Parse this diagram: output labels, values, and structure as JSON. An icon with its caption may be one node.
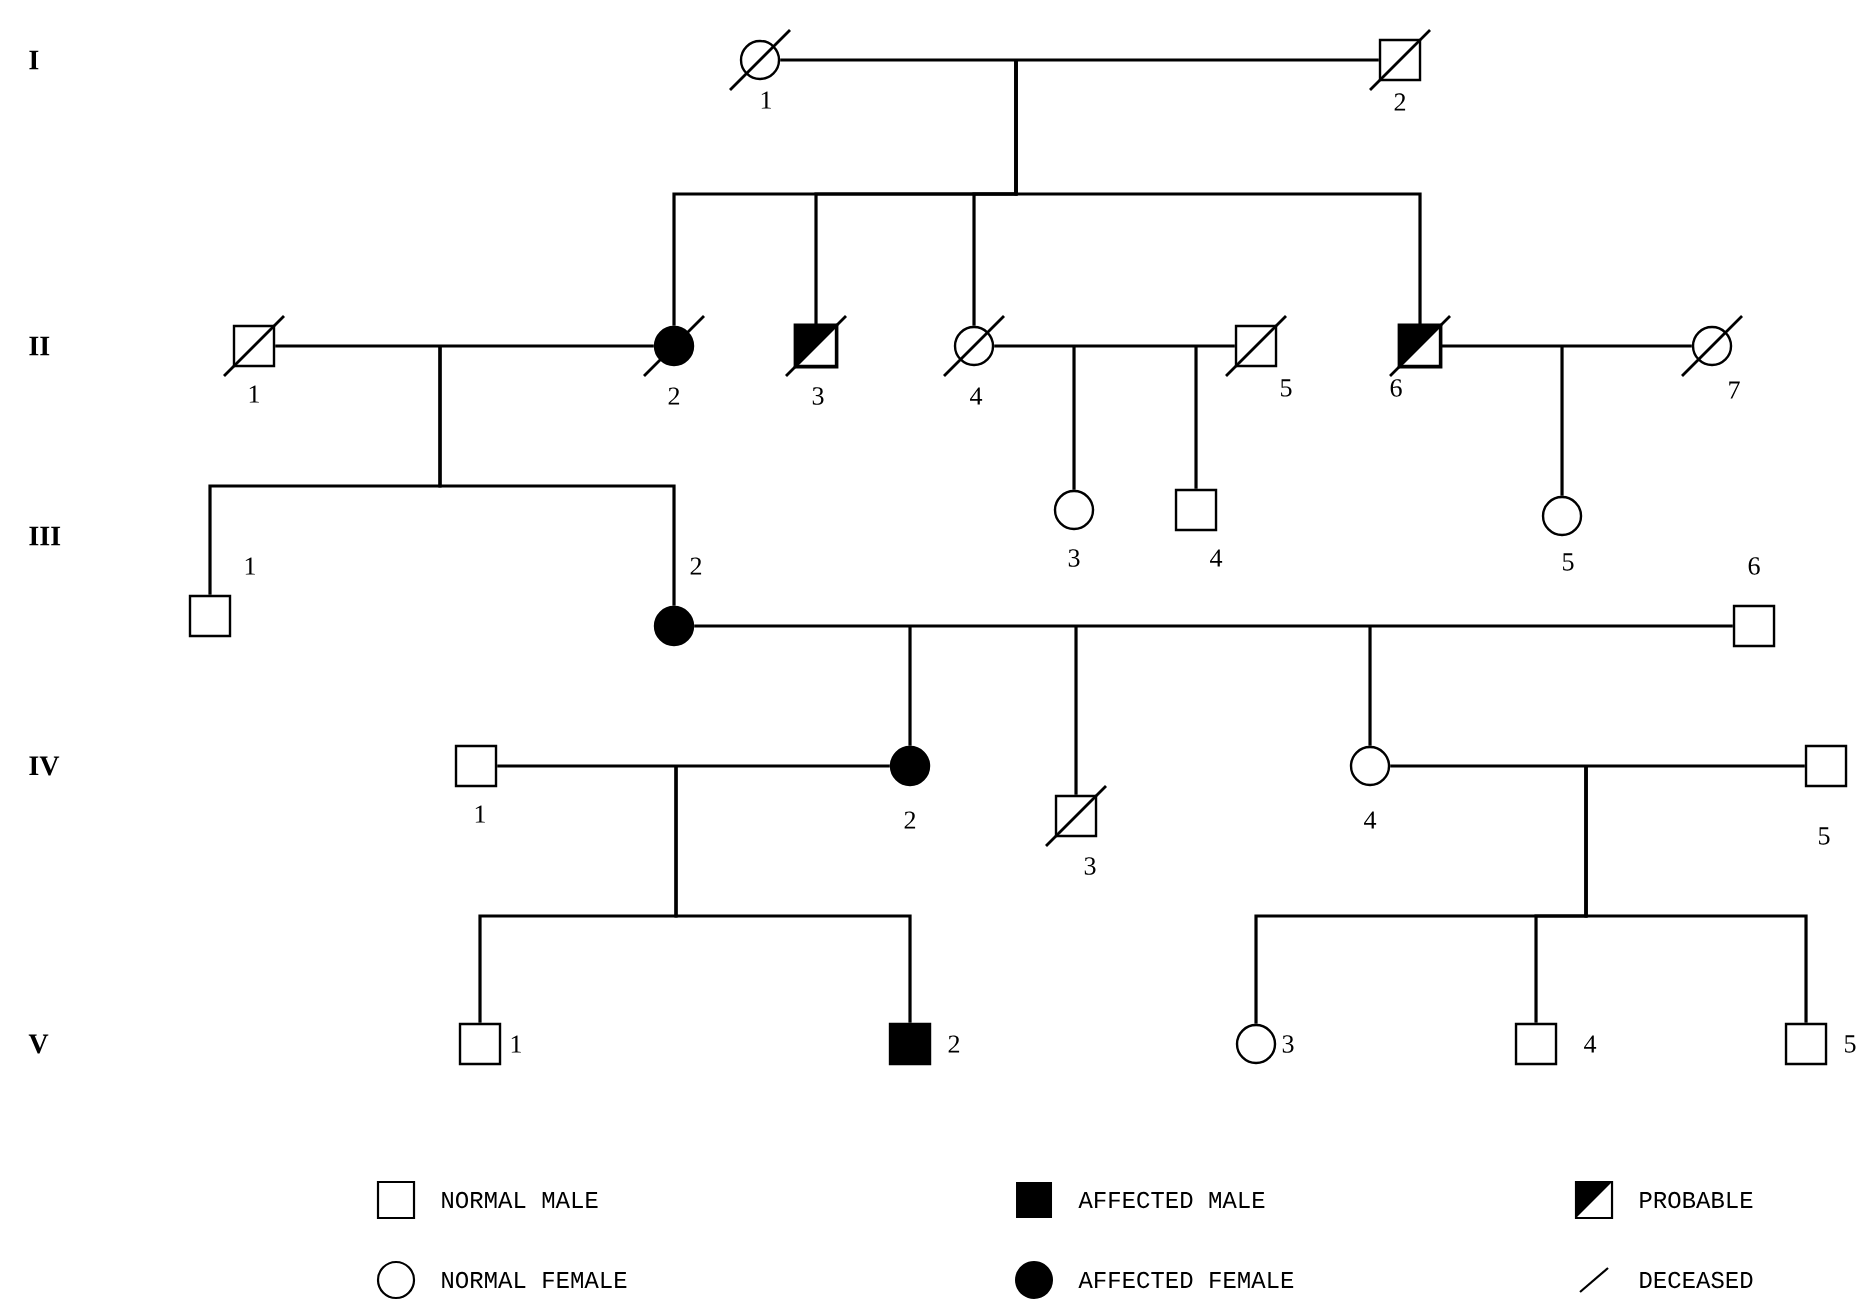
{
  "diagram": {
    "nodes": [
      {
        "text": [],
        "shape": "circle",
        "beside": [
          "1"
        ]
      },
      {
        "text": [],
        "shape": "box",
        "beside": [
          "2"
        ]
      },
      {
        "text": [],
        "shape": "box",
        "beside": [
          "1"
        ]
      },
      {
        "text": [],
        "shape": "circle",
        "beside": [
          "2"
        ]
      },
      {
        "text": [],
        "shape": "box",
        "beside": [
          "3"
        ]
      },
      {
        "text": [],
        "shape": "circle",
        "beside": [
          "4"
        ]
      },
      {
        "text": [],
        "shape": "box",
        "beside": [
          "5"
        ]
      },
      {
        "text": [],
        "shape": "box",
        "beside": [
          "6"
        ]
      },
      {
        "text": [],
        "shape": "circle",
        "beside": [
          "7"
        ]
      },
      {
        "text": [],
        "shape": "box",
        "beside": [
          "1"
        ]
      },
      {
        "text": [],
        "shape": "circle",
        "beside": [
          "2"
        ]
      },
      {
        "text": [],
        "shape": "circle",
        "beside": [
          "3"
        ]
      },
      {
        "text": [],
        "shape": "box",
        "beside": [
          "4"
        ]
      },
      {
        "text": [],
        "shape": "circle",
        "beside": [
          "5"
        ]
      },
      {
        "text": [],
        "shape": "box",
        "beside": [
          "6"
        ]
      },
      {
        "text": [],
        "shape": "box",
        "beside": [
          "1"
        ]
      },
      {
        "text": [],
        "shape": "circle",
        "beside": [
          "2"
        ]
      },
      {
        "text": [],
        "shape": "box",
        "beside": [
          "3"
        ]
      },
      {
        "text": [],
        "shape": "circle",
        "beside": [
          "4"
        ]
      },
      {
        "text": [],
        "shape": "box",
        "beside": [
          "5"
        ]
      },
      {
        "text": [],
        "shape": "box",
        "beside": [
          "1"
        ]
      },
      {
        "text": [],
        "shape": "box",
        "beside": [
          "2"
        ]
      },
      {
        "text": [],
        "shape": "circle",
        "beside": [
          "3"
        ]
      },
      {
        "text": [],
        "shape": "box",
        "beside": [
          "4"
        ]
      },
      {
        "text": [],
        "shape": "box",
        "beside": [
          "5"
        ]
      }
    ],
    "edges": [
      {
        "from": 0,
        "to": 1,
        "arrow": "none"
      },
      {
        "from": 2,
        "to": 3,
        "arrow": "none"
      },
      {
        "from": 5,
        "to": 6,
        "arrow": "none"
      },
      {
        "from": 7,
        "to": 8,
        "arrow": "none"
      },
      {
        "from": 10,
        "to": 14,
        "arrow": "none"
      },
      {
        "from": 15,
        "to": 16,
        "arrow": "none"
      },
      {
        "from": 18,
        "to": 19,
        "arrow": "none"
      },
      {
        "from": null,
        "to": 3,
        "arrow": "none"
      },
      {
        "from": null,
        "to": 4,
        "arrow": "none"
      },
      {
        "from": null,
        "to": 5,
        "arrow": "none"
      },
      {
        "from": null,
        "to": 7,
        "arrow": "none"
      },
      {
        "from": null,
        "to": 9,
        "arrow": "none"
      },
      {
        "from": null,
        "to": 10,
        "arrow": "none"
      },
      {
        "from": null,
        "to": 11,
        "arrow": "none"
      },
      {
        "from": null,
        "to": 12,
        "arrow": "none"
      },
      {
        "from": null,
        "to": 13,
        "arrow": "none"
      },
      {
        "from": null,
        "to": 16,
        "arrow": "none"
      },
      {
        "from": null,
        "to": 17,
        "arrow": "none"
      },
      {
        "from": null,
        "to": 18,
        "arrow": "none"
      },
      {
        "from": null,
        "to": 20,
        "arrow": "none"
      },
      {
        "from": null,
        "to": 21,
        "arrow": "none"
      },
      {
        "from": null,
        "to": 22,
        "arrow": "none"
      },
      {
        "from": null,
        "to": 23,
        "arrow": "none"
      },
      {
        "from": null,
        "to": 24,
        "arrow": "none"
      }
    ],
    "labels": [
      "I",
      "II",
      "III",
      "IV",
      "V"
    ],
    "legend": [
      {
        "text": "NORMAL MALE"
      },
      {
        "text": "AFFECTED MALE"
      },
      {
        "text": "PROBABLE"
      },
      {
        "text": "NORMAL FEMALE"
      },
      {
        "text": "AFFECTED FEMALE"
      },
      {
        "text": "DECEASED"
      }
    ]
  }
}
